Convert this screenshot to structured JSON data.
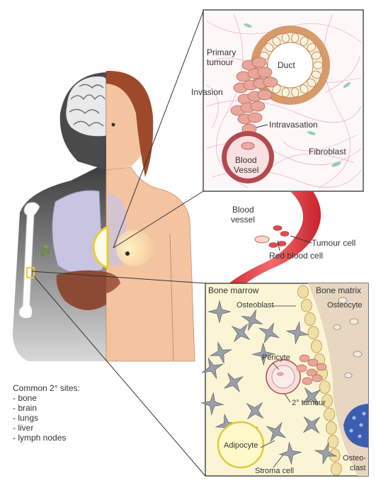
{
  "colors": {
    "tumour_pink": "#e8a79a",
    "vessel_red": "#d9363e",
    "bone_marrow_bg": "#fbf5d6",
    "body_skin": "#f4c4a0",
    "lung_lavender": "#c9c4e2",
    "liver_brown": "#8c4a34",
    "breast_yellow": "#f5e64b",
    "stroma_grey": "#9aa0a8"
  },
  "labels": {
    "primary_tumour": [
      "Primary",
      "tumour"
    ],
    "duct": "Duct",
    "invasion": "Invasion",
    "intravasation": "Intravasation",
    "fibroblast": "Fibroblast",
    "blood_vessel_inner": [
      "Blood",
      "Vessel"
    ],
    "blood_vessel_outer": [
      "Blood",
      "vessel"
    ],
    "tumour_cell": "Tumour cell",
    "red_blood_cell": "Red blood cell",
    "bone_marrow": "Bone marrow",
    "bone_matrix": "Bone matrix",
    "osteoblast": "Osteoblast",
    "osteocyte": "Osteocyte",
    "pericyte": "Pericyte",
    "secondary_tumour": "2° tumour",
    "adipocyte": "Adipocyte",
    "stroma_cell": "Stroma cell",
    "osteoclast": [
      "Osteo-",
      "clast"
    ]
  },
  "sites": {
    "title": "Common 2° sites:",
    "items": [
      "- bone",
      "- brain",
      "- lungs",
      "- liver",
      "- lymph nodes"
    ]
  },
  "icons": [
    "brain-icon",
    "lung-icon",
    "liver-icon",
    "bone-icon",
    "lymph-node-icon",
    "breast-tumour-icon"
  ]
}
